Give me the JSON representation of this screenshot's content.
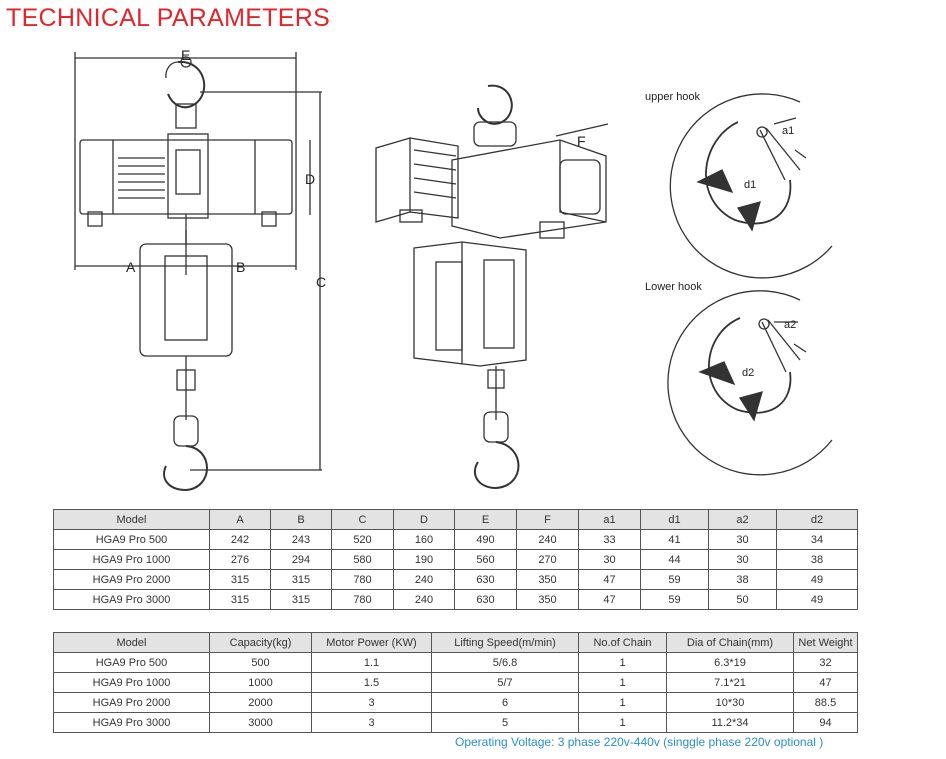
{
  "page_title": "TECHNICAL PARAMETERS",
  "diagram": {
    "dim_E": "E",
    "dim_A": "A",
    "dim_B": "B",
    "dim_C": "C",
    "dim_D": "D",
    "dim_F": "F",
    "upper_hook_label": "upper hook",
    "lower_hook_label": "Lower hook",
    "dim_a1": "a1",
    "dim_d1": "d1",
    "dim_a2": "a2",
    "dim_d2": "d2"
  },
  "dimensions_table": {
    "headers": [
      "Model",
      "A",
      "B",
      "C",
      "D",
      "E",
      "F",
      "a1",
      "d1",
      "a2",
      "d2"
    ],
    "rows": [
      [
        "HGA9 Pro 500",
        "242",
        "243",
        "520",
        "160",
        "490",
        "240",
        "33",
        "41",
        "30",
        "34"
      ],
      [
        "HGA9 Pro 1000",
        "276",
        "294",
        "580",
        "190",
        "560",
        "270",
        "30",
        "44",
        "30",
        "38"
      ],
      [
        "HGA9 Pro 2000",
        "315",
        "315",
        "780",
        "240",
        "630",
        "350",
        "47",
        "59",
        "38",
        "49"
      ],
      [
        "HGA9 Pro 3000",
        "315",
        "315",
        "780",
        "240",
        "630",
        "350",
        "47",
        "59",
        "50",
        "49"
      ]
    ]
  },
  "performance_table": {
    "headers": [
      "Model",
      "Capacity(kg)",
      "Motor Power (KW)",
      "Lifting Speed(m/min)",
      "No.of Chain",
      "Dia of Chain(mm)",
      "Net Weight"
    ],
    "rows": [
      [
        "HGA9 Pro 500",
        "500",
        "1.1",
        "5/6.8",
        "1",
        "6.3*19",
        "32"
      ],
      [
        "HGA9 Pro 1000",
        "1000",
        "1.5",
        "5/7",
        "1",
        "7.1*21",
        "47"
      ],
      [
        "HGA9 Pro 2000",
        "2000",
        "3",
        "6",
        "1",
        "10*30",
        "88.5"
      ],
      [
        "HGA9 Pro 3000",
        "3000",
        "3",
        "5",
        "1",
        "11.2*34",
        "94"
      ]
    ]
  },
  "note": "Operating Voltage: 3 phase 220v-440v (singgle phase 220v optional )"
}
